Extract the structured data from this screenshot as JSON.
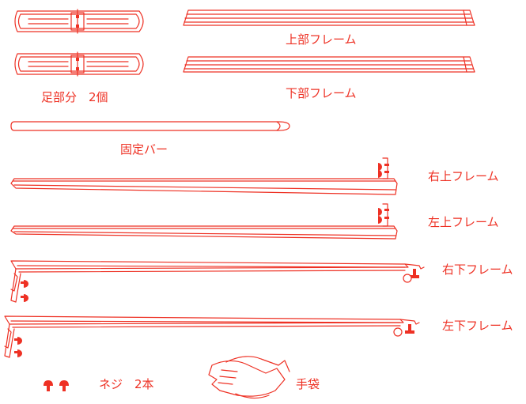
{
  "accent_color": "#ee3124",
  "parts": {
    "upper_frame": "上部フレーム",
    "lower_frame": "下部フレーム",
    "feet": "足部分　2個",
    "fixing_bar": "固定バー",
    "upper_right_frame": "右上フレーム",
    "upper_left_frame": "左上フレーム",
    "lower_right_frame": "右下フレーム",
    "lower_left_frame": "左下フレーム",
    "screws": "ネジ　2本",
    "gloves": "手袋"
  },
  "icons": [
    "foot-part-icon",
    "frame-rail-icon",
    "fixing-bar-icon",
    "screw-icon",
    "glove-icon"
  ]
}
